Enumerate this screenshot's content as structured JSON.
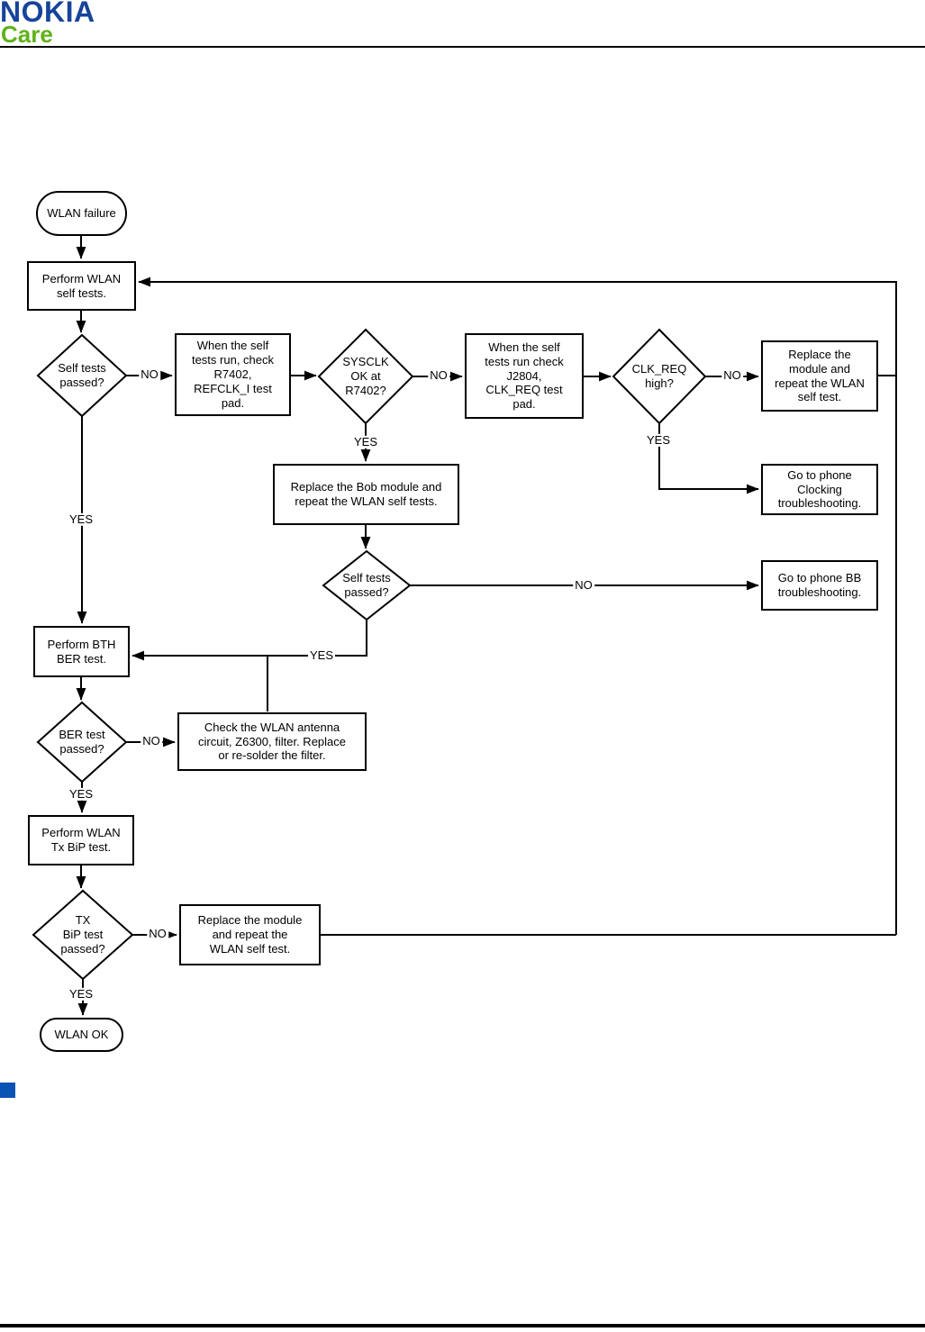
{
  "page": {
    "brand": "NOKIA",
    "brand_sub": "Care"
  },
  "flowchart": {
    "nodes": {
      "start": "WLAN failure",
      "perform_self_tests": "Perform WLAN\nself tests.",
      "self_tests_passed_1": "Self tests\npassed?",
      "check_refclk": "When the self\ntests run, check\nR7402,\nREFCLK_I test\npad.",
      "sysclk_ok": "SYSCLK\nOK at\nR7402?",
      "check_clk_req": "When the self\ntests run check\nJ2804,\nCLK_REQ test\npad.",
      "clk_req_high": "CLK_REQ\nhigh?",
      "replace_module_top": "Replace the\nmodule and\nrepeat the WLAN\nself test.",
      "go_clocking": "Go to phone\nClocking\ntroubleshooting.",
      "replace_bob": "Replace the Bob module and\nrepeat the WLAN self tests.",
      "self_tests_passed_2": "Self tests\npassed?",
      "go_bb": "Go to phone BB\ntroubleshooting.",
      "perform_bth": "Perform BTH\nBER test.",
      "ber_passed": "BER test\npassed?",
      "check_antenna": "Check the WLAN antenna\ncircuit, Z6300, filter. Replace\nor re-solder the filter.",
      "perform_tx_bip": "Perform WLAN\nTx BiP test.",
      "tx_bip_passed": "TX\nBiP test\npassed?",
      "replace_module_bottom": "Replace the module\nand repeat the\nWLAN self test.",
      "end": "WLAN OK"
    },
    "labels": {
      "yes": "YES",
      "no": "NO"
    }
  }
}
